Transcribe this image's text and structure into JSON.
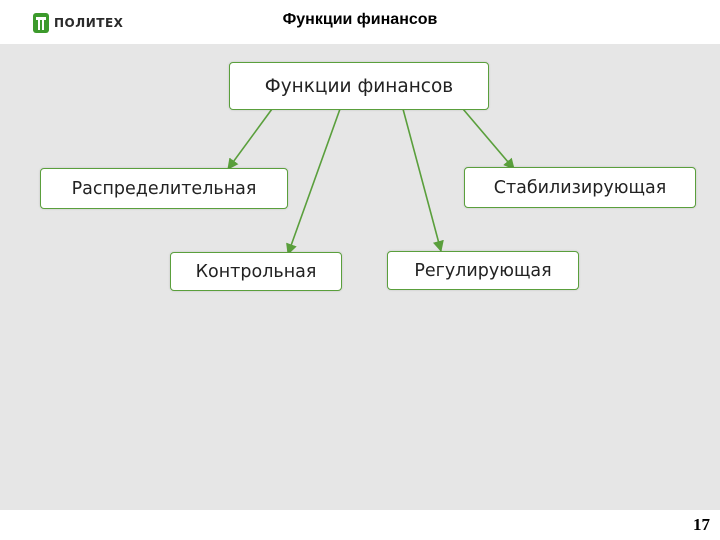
{
  "header": {
    "logo_text": "ПОЛИТЕХ",
    "title": "Функции финансов"
  },
  "diagram": {
    "root": "Функции финансов",
    "children": [
      "Распределительная",
      "Контрольная",
      "Регулирующая",
      "Стабилизирующая"
    ]
  },
  "footer": {
    "page_number": "17"
  },
  "colors": {
    "accent": "#5a9f3c",
    "arrow": "#5a9f3c",
    "panel": "#e6e6e6",
    "logo": "#3c9a2c"
  }
}
